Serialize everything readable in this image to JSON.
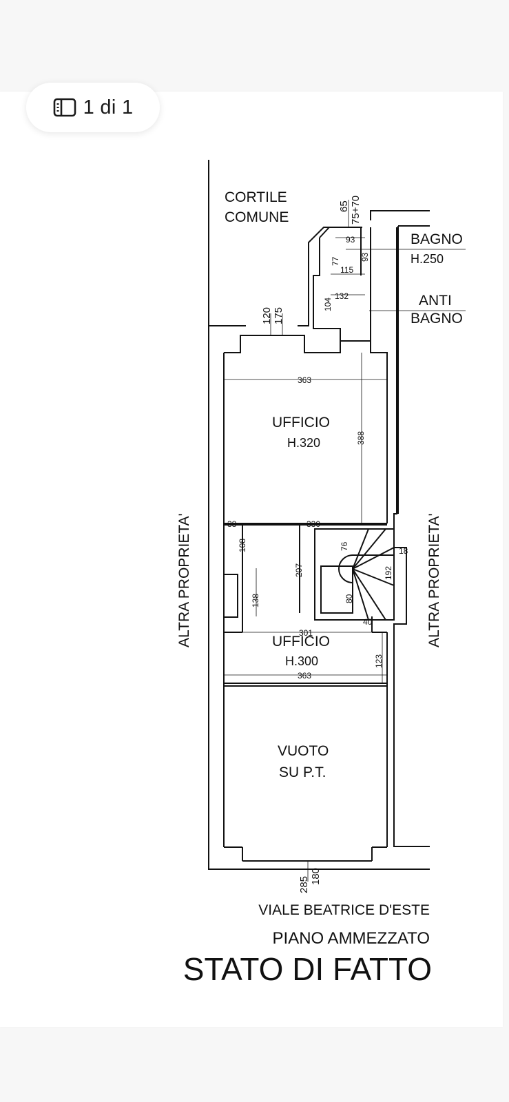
{
  "viewer": {
    "page_indicator": "1 di 1",
    "page_icon": "document-pages-icon"
  },
  "plan": {
    "rooms": {
      "cortile_1": "CORTILE",
      "cortile_2": "COMUNE",
      "bagno": "BAGNO",
      "bagno_h": "H.250",
      "anti_1": "ANTI",
      "anti_2": "BAGNO",
      "ufficio_top": "UFFICIO",
      "ufficio_top_h": "H.320",
      "ufficio_mid": "UFFICIO",
      "ufficio_mid_h": "H.300",
      "vuoto_1": "VUOTO",
      "vuoto_2": "SU P.T.",
      "altra_left": "ALTRA PROPRIETA'",
      "altra_right": "ALTRA PROPRIETA'"
    },
    "dimensions": {
      "d65": "65",
      "d75": "75+70",
      "d93a": "93",
      "d93b": "93",
      "d77": "77",
      "d115": "115",
      "d132": "132",
      "d104": "104",
      "d120": "120",
      "d175": "175",
      "d363a": "363",
      "d388": "388",
      "d38": "38",
      "d330": "330",
      "d108": "108",
      "d207": "207",
      "d76": "76",
      "d18": "18",
      "d192": "192",
      "d80": "80",
      "d138": "138",
      "d40": "40",
      "d301": "301",
      "d123": "123",
      "d363b": "363",
      "d285": "285",
      "d180": "180"
    },
    "titles": {
      "street": "VIALE BEATRICE D'ESTE",
      "floor": "PIANO AMMEZZATO",
      "state": "STATO DI FATTO"
    }
  }
}
